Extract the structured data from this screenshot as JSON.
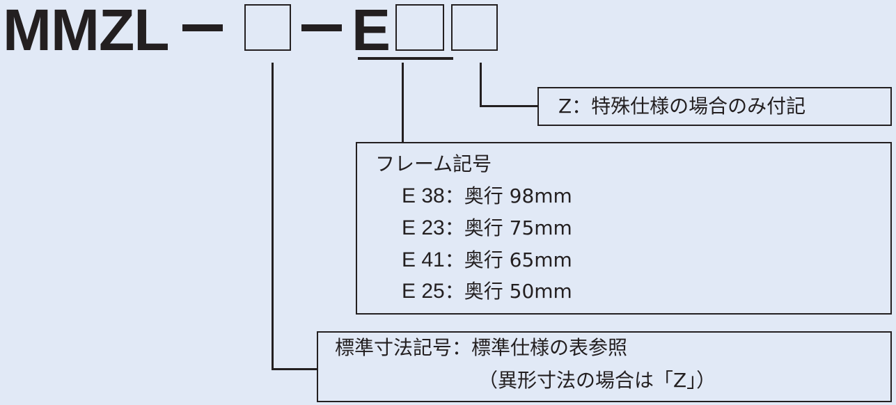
{
  "model_code": {
    "prefix": "MMZL",
    "dash1": "−",
    "dash2": "−",
    "frame_letter": "E"
  },
  "special_box": {
    "label": "Z：特殊仕様の場合のみ付記"
  },
  "frame_box": {
    "heading": "フレーム記号",
    "items": [
      {
        "code": "E 38",
        "sep": "：",
        "desc": "奥行 98mm"
      },
      {
        "code": "E 23",
        "sep": "：",
        "desc": "奥行 75mm"
      },
      {
        "code": "E 41",
        "sep": "：",
        "desc": "奥行 65mm"
      },
      {
        "code": "E 25",
        "sep": "：",
        "desc": "奥行 50mm"
      }
    ]
  },
  "dimension_box": {
    "line1": "標準寸法記号：標準仕様の表参照",
    "line2": "（異形寸法の場合は「Z」）"
  }
}
